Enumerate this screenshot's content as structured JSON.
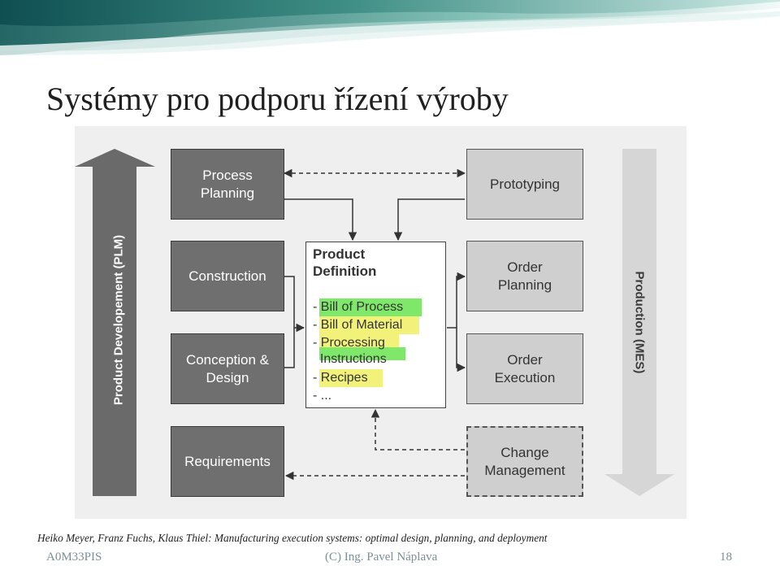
{
  "slide": {
    "title": "Systémy pro podporu řízení výroby",
    "citation": "Heiko Meyer, Franz Fuchs, Klaus Thiel: Manufacturing execution systems: optimal design, planning, and deployment",
    "footer": {
      "course": "A0M33PIS",
      "author": "(C) Ing. Pavel Náplava",
      "page": "18"
    }
  },
  "diagram": {
    "left_arrow_label": "Product Developement (PLM)",
    "right_arrow_label": "Production (MES)",
    "left_boxes": [
      {
        "label": "Process\nPlanning"
      },
      {
        "label": "Construction"
      },
      {
        "label": "Conception &\nDesign"
      },
      {
        "label": "Requirements"
      }
    ],
    "right_boxes": [
      {
        "label": "Prototyping"
      },
      {
        "label": "Order\nPlanning"
      },
      {
        "label": "Order\nExecution"
      },
      {
        "label": "Change\nManagement"
      }
    ],
    "center": {
      "title": "Product\nDefinition",
      "items": [
        {
          "text": "- Bill of Process",
          "highlight": "#7fe86a"
        },
        {
          "text": "- Bill of Material",
          "highlight": "#f2f27a"
        },
        {
          "text": "- Processing",
          "highlight": "#f2f27a"
        },
        {
          "text": "  Instructions",
          "highlight": "#7fe86a"
        },
        {
          "text": "- Recipes",
          "highlight": "#f2f27a"
        },
        {
          "text": "- ...",
          "highlight": ""
        }
      ]
    },
    "colors": {
      "dark_box": "#6f6f6f",
      "light_box": "#cfcfcf",
      "plm_arrow": "#6a6a6a",
      "mes_arrow": "#d6d6d6",
      "highlight_green": "#7fe86a",
      "highlight_yellow": "#f2f27a"
    }
  }
}
